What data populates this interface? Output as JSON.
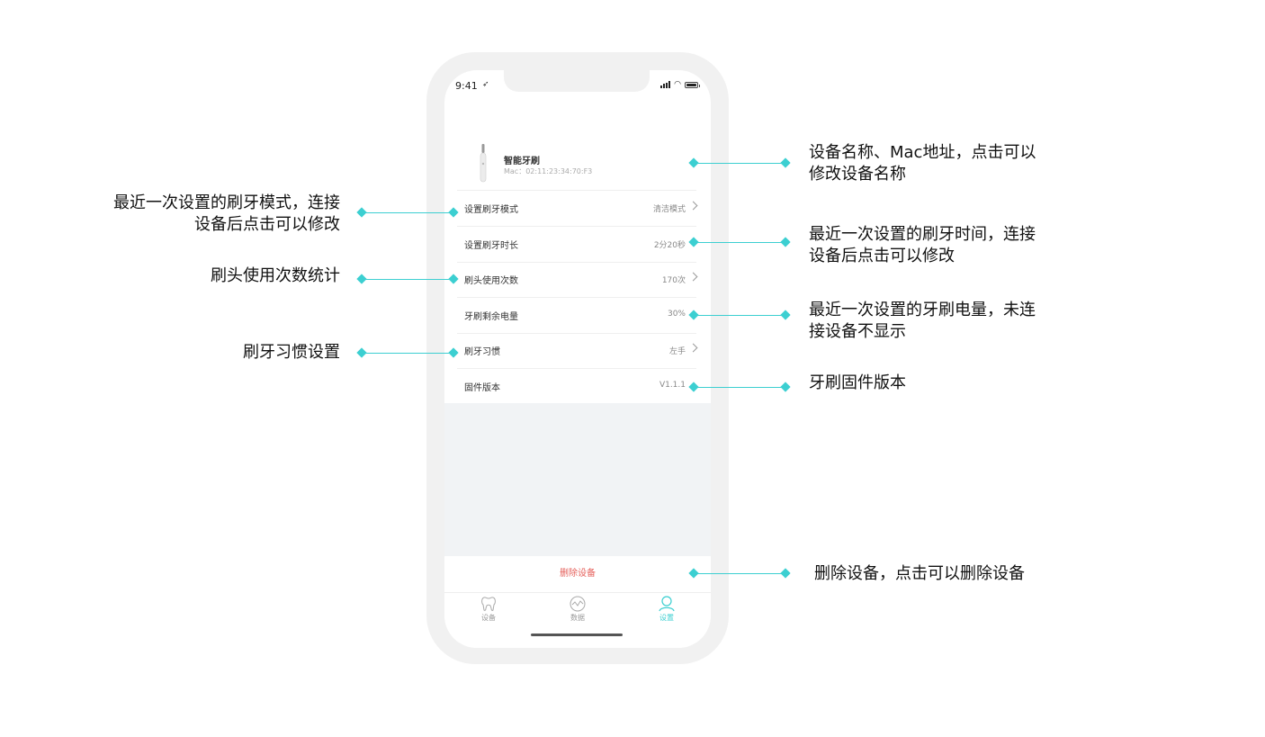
{
  "status_bar": {
    "time": "9:41",
    "location_glyph": "➶"
  },
  "device": {
    "name": "智能牙刷",
    "mac": "Mac：02:11:23:34:70:F3"
  },
  "settings": [
    {
      "label": "设置刷牙模式",
      "value": "清洁模式",
      "chevron": true
    },
    {
      "label": "设置刷牙时长",
      "value": "2分20秒",
      "chevron": false
    },
    {
      "label": "刷头使用次数",
      "value": "170次",
      "chevron": true
    },
    {
      "label": "牙刷剩余电量",
      "value": "30%",
      "chevron": false
    },
    {
      "label": "刷牙习惯",
      "value": "左手",
      "chevron": true
    },
    {
      "label": "固件版本",
      "value": "V1.1.1",
      "chevron": false
    }
  ],
  "delete_label": "删除设备",
  "tabbar": [
    {
      "label": "设备",
      "icon": "tooth-icon",
      "active": false
    },
    {
      "label": "数据",
      "icon": "chart-icon",
      "active": false
    },
    {
      "label": "设置",
      "icon": "user-icon",
      "active": true
    }
  ],
  "annotations": {
    "left": {
      "mode": [
        "最近一次设置的刷牙模式，连接",
        "设备后点击可以修改"
      ],
      "count": "刷头使用次数统计",
      "habit": "刷牙习惯设置"
    },
    "right": {
      "name": [
        "设备名称、Mac地址，点击可以",
        "修改设备名称"
      ],
      "duration": [
        "最近一次设置的刷牙时间，连接",
        "设备后点击可以修改"
      ],
      "battery": [
        "最近一次设置的牙刷电量，未连",
        "接设备不显示"
      ],
      "firmware": "牙刷固件版本",
      "delete": "删除设备，点击可以删除设备"
    }
  },
  "colors": {
    "accent": "#3ccfd1",
    "danger": "#e5605b",
    "frame": "#f1f1f1"
  }
}
